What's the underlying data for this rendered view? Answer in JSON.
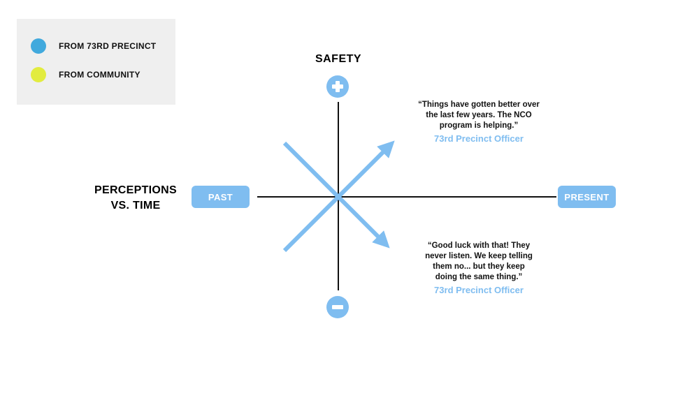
{
  "colors": {
    "precinct": "#41a9dd",
    "community": "#e2ec3f",
    "accent": "#7fbdf0",
    "axis": "#111111",
    "legend_bg": "#efefef"
  },
  "legend": {
    "items": [
      {
        "label": "FROM 73RD PRECINCT",
        "color": "#41a9dd"
      },
      {
        "label": "FROM COMMUNITY",
        "color": "#e2ec3f"
      }
    ]
  },
  "diagram": {
    "vertical_axis_title": "SAFETY",
    "horizontal_axis_title_line1": "PERCEPTIONS",
    "horizontal_axis_title_line2": "VS. TIME",
    "left_label": "PAST",
    "right_label": "PRESENT",
    "top_icon": "plus-icon",
    "bottom_icon": "minus-icon"
  },
  "quotes": [
    {
      "lines": [
        "“Things have gotten better over",
        "the last few years. The NCO",
        "program is helping.”"
      ],
      "attribution": "73rd Precinct Officer",
      "trend": "increasing"
    },
    {
      "lines": [
        "“Good luck with that! They",
        "never listen. We keep telling",
        "them no... but they keep",
        "doing the same thing.”"
      ],
      "attribution": "73rd Precinct Officer",
      "trend": "decreasing"
    }
  ]
}
